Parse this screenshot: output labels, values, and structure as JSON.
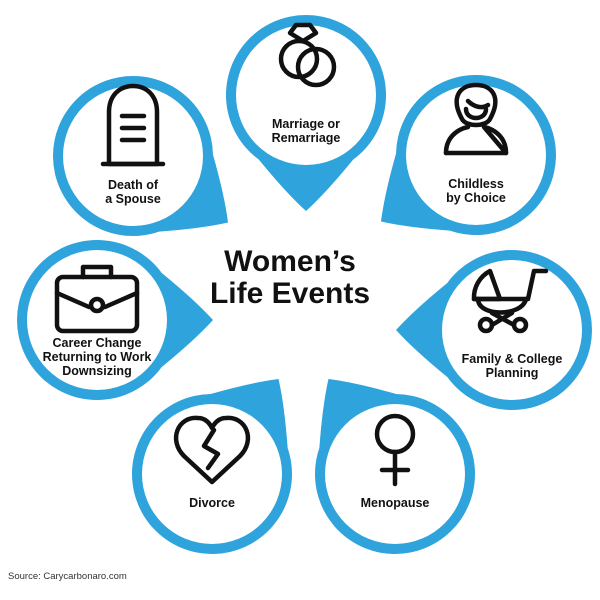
{
  "title": {
    "line1": "Women’s",
    "line2": "Life Events"
  },
  "source": "Source: Carycarbonaro.com",
  "colors": {
    "ring": "#2ea3dc",
    "icon": "#111111",
    "text": "#111111",
    "background": "#ffffff"
  },
  "events": [
    {
      "icon": "wedding-rings-icon",
      "lines": [
        "Marriage or",
        "Remarriage"
      ]
    },
    {
      "icon": "woman-icon",
      "lines": [
        "Childless",
        "by Choice"
      ]
    },
    {
      "icon": "baby-stroller-icon",
      "lines": [
        "Family & College",
        "Planning"
      ]
    },
    {
      "icon": "female-symbol-icon",
      "lines": [
        "Menopause"
      ]
    },
    {
      "icon": "broken-heart-icon",
      "lines": [
        "Divorce"
      ]
    },
    {
      "icon": "briefcase-icon",
      "lines": [
        "Career Change",
        "Returning to Work",
        "Downsizing"
      ]
    },
    {
      "icon": "gravestone-icon",
      "lines": [
        "Death of",
        "a Spouse"
      ]
    }
  ]
}
